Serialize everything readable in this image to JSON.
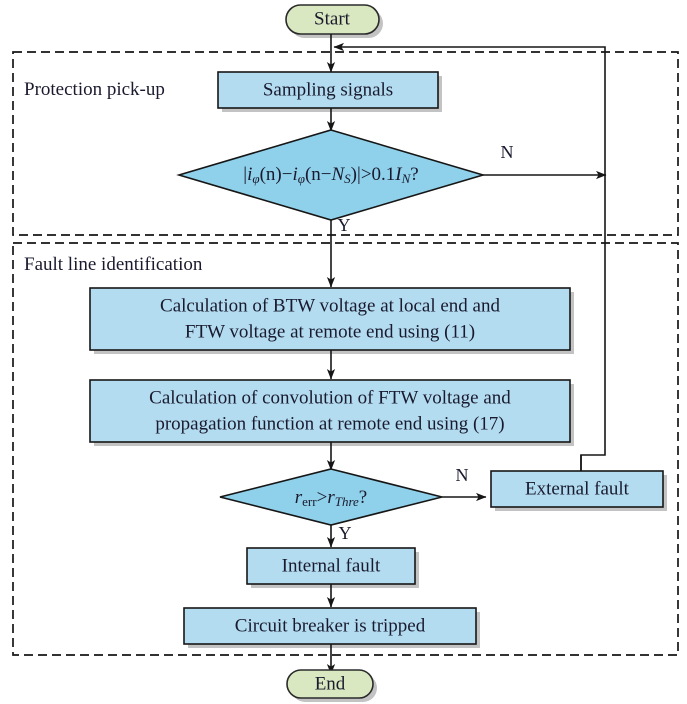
{
  "diagram": {
    "title": "Protection scheme flowchart",
    "colors": {
      "process_fill": "#b3dcf0",
      "decision_fill": "#8fd0ea",
      "terminator_fill": "#d9e8c0",
      "stroke": "#161616",
      "text": "#1a1a2e"
    },
    "sections": [
      {
        "id": "protection-pickup",
        "label": "Protection pick-up"
      },
      {
        "id": "fault-line-identification",
        "label": "Fault line identification"
      }
    ],
    "terminators": {
      "start": "Start",
      "end": "End"
    },
    "processes": {
      "sampling": "Sampling signals",
      "calc_btw_line1": "Calculation of BTW voltage at local end and",
      "calc_btw_line2": "FTW voltage at remote end using (11)",
      "calc_conv_line1": "Calculation of convolution of FTW voltage and",
      "calc_conv_line2": "propagation function at remote end using (17)",
      "external_fault": "External fault",
      "internal_fault": "Internal fault",
      "circuit_breaker": "Circuit breaker is tripped"
    },
    "decisions": {
      "pickup": {
        "id": "current-change-test",
        "expression": "|i_phi(n) - i_phi(n-N_S)| > 0.1 I_N ?",
        "parts": {
          "bar_open": "|",
          "i": "i",
          "sub_phi": "φ",
          "open_n": "(n)",
          "minus1": "−",
          "i2": "i",
          "sub_phi2": "φ",
          "open_n2": "(n",
          "minus2": "−",
          "cap_n": "N",
          "sub_s": "S",
          "close_paren": ")",
          "bar_close": "|",
          "gt": ">",
          "value": "0.1",
          "cap_i": "I",
          "sub_n": "N",
          "question": "?"
        }
      },
      "fault": {
        "id": "residual-threshold-test",
        "expression": "r_err > r_Thre ?",
        "parts": {
          "r1": "r",
          "sub_err": "err",
          "gt": ">",
          "r2": "r",
          "sub_thre": "Thre",
          "question": "?"
        }
      }
    },
    "branch_labels": {
      "pickup_no": "N",
      "pickup_yes": "Y",
      "fault_no": "N",
      "fault_yes": "Y"
    }
  }
}
